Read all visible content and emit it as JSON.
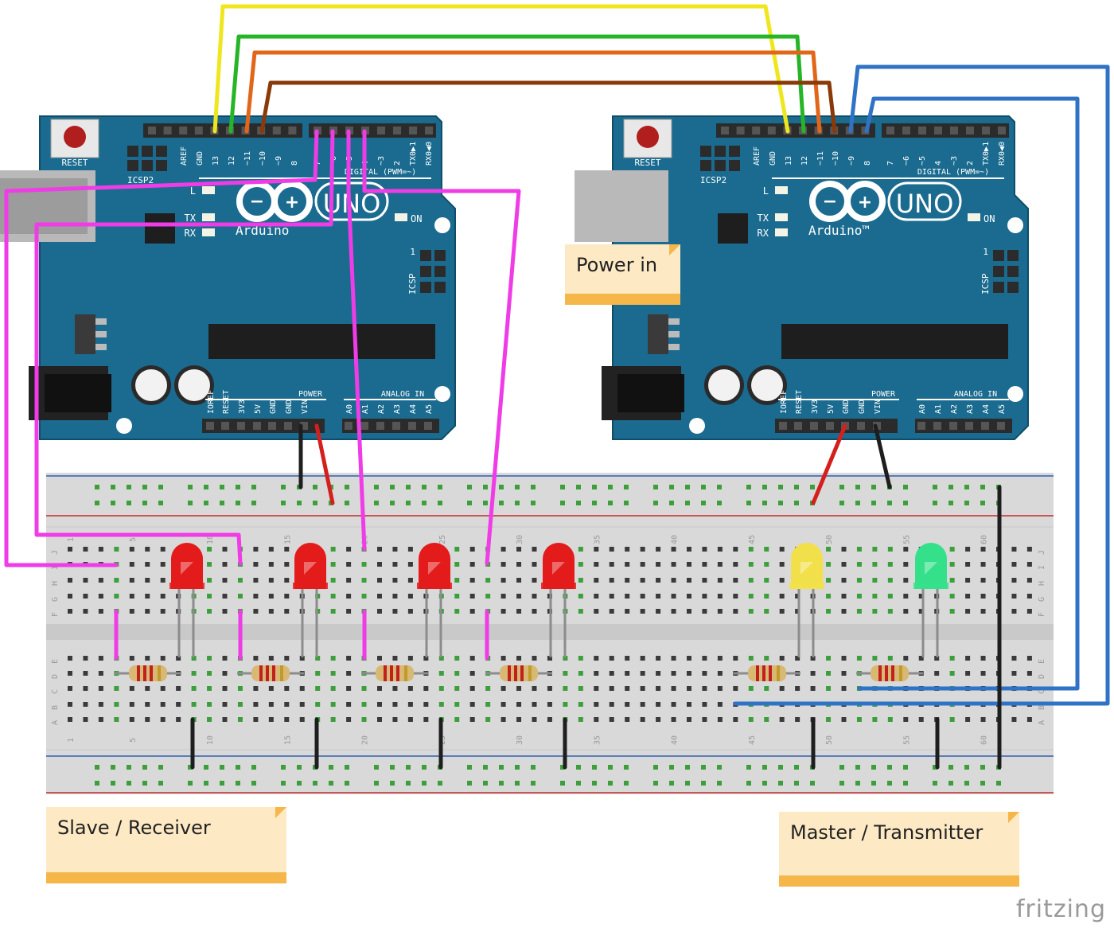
{
  "boards": [
    {
      "reset": "RESET",
      "icsp2": "ICSP2",
      "icsp": "ICSP",
      "led_l": "L",
      "tx": "TX",
      "rx": "RX",
      "on": "ON",
      "uno": "UNO",
      "brand": "Arduino",
      "digital": "DIGITAL (PWM=~)",
      "power": "POWER",
      "analog": "ANALOG IN",
      "icsp_pin1": "1",
      "top_pins": [
        "AREF",
        "GND",
        "13",
        "12",
        "~11",
        "~10",
        "~9",
        "8",
        "7",
        "~6",
        "~5",
        "4",
        "~3",
        "2",
        "TX0▶1",
        "RX0◀0"
      ],
      "power_pins": [
        "IOREF",
        "RESET",
        "3V3",
        "5V",
        "GND",
        "GND",
        "VIN"
      ],
      "analog_pins": [
        "A0",
        "A1",
        "A2",
        "A3",
        "A4",
        "A5"
      ]
    },
    {
      "reset": "RESET",
      "icsp2": "ICSP2",
      "icsp": "ICSP",
      "led_l": "L",
      "tx": "TX",
      "rx": "RX",
      "on": "ON",
      "uno": "UNO",
      "brand": "Arduino™",
      "digital": "DIGITAL (PWM=~)",
      "power": "POWER",
      "analog": "ANALOG IN",
      "icsp_pin1": "1",
      "top_pins": [
        "AREF",
        "GND",
        "13",
        "12",
        "~11",
        "~10",
        "~9",
        "8",
        "7",
        "~6",
        "~5",
        "4",
        "~3",
        "2",
        "TX0▶1",
        "RX0◀0"
      ],
      "power_pins": [
        "IOREF",
        "RESET",
        "3V3",
        "5V",
        "GND",
        "GND",
        "VIN"
      ],
      "analog_pins": [
        "A0",
        "A1",
        "A2",
        "A3",
        "A4",
        "A5"
      ]
    }
  ],
  "breadboard": {
    "rows_top": [
      "J",
      "I",
      "H",
      "G",
      "F"
    ],
    "rows_bottom": [
      "E",
      "D",
      "C",
      "B",
      "A"
    ],
    "column_numbers": [
      "1",
      "5",
      "10",
      "15",
      "20",
      "25",
      "30",
      "35",
      "40",
      "45",
      "50",
      "55",
      "60"
    ]
  },
  "leds": [
    {
      "color": "red"
    },
    {
      "color": "red"
    },
    {
      "color": "red"
    },
    {
      "color": "red"
    },
    {
      "color": "yellow"
    },
    {
      "color": "green"
    }
  ],
  "wire_colors": {
    "pin13": "#f0e61e",
    "pin12": "#26b526",
    "pin11": "#e2661a",
    "pin10": "#8a3a08",
    "signal": "#ef3ce6",
    "serial": "#2f72c6",
    "gnd": "#1e1e1e",
    "power": "#d3201d"
  },
  "notes": {
    "power_in": "Power in",
    "slave": "Slave / Receiver",
    "master": "Master / Transmitter"
  },
  "footer": {
    "brand": "fritzing"
  }
}
